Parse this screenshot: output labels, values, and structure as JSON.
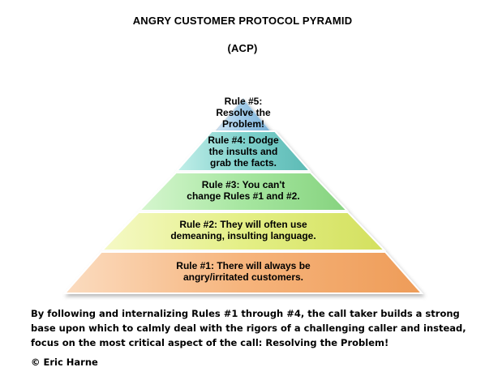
{
  "header": {
    "title": "ANGRY CUSTOMER PROTOCOL PYRAMID",
    "subtitle": "(ACP)"
  },
  "pyramid": {
    "tiers": [
      {
        "id": "rule5",
        "label": "Rule #5:\nResolve the\nProblem!",
        "color": "#9ec9e8"
      },
      {
        "id": "rule4",
        "label": "Rule #4: Dodge\nthe insults and\ngrab the facts.",
        "color": "#7fd1cc"
      },
      {
        "id": "rule3",
        "label": "Rule #3: You can't\nchange Rules #1 and #2.",
        "color": "#a6e6a0"
      },
      {
        "id": "rule2",
        "label": "Rule #2: They will often use\ndemeaning, insulting language.",
        "color": "#e4ef86"
      },
      {
        "id": "rule1",
        "label": "Rule #1: There will always be\nangry/irritated customers.",
        "color": "#f6b47c"
      }
    ]
  },
  "description": "By following and internalizing  Rules #1 through #4, the call taker builds a strong base upon which to calmly deal with the rigors of a challenging caller and instead, focus on the most critical aspect of the call:  Resolving the Problem!",
  "copyright": "© Eric Harne"
}
